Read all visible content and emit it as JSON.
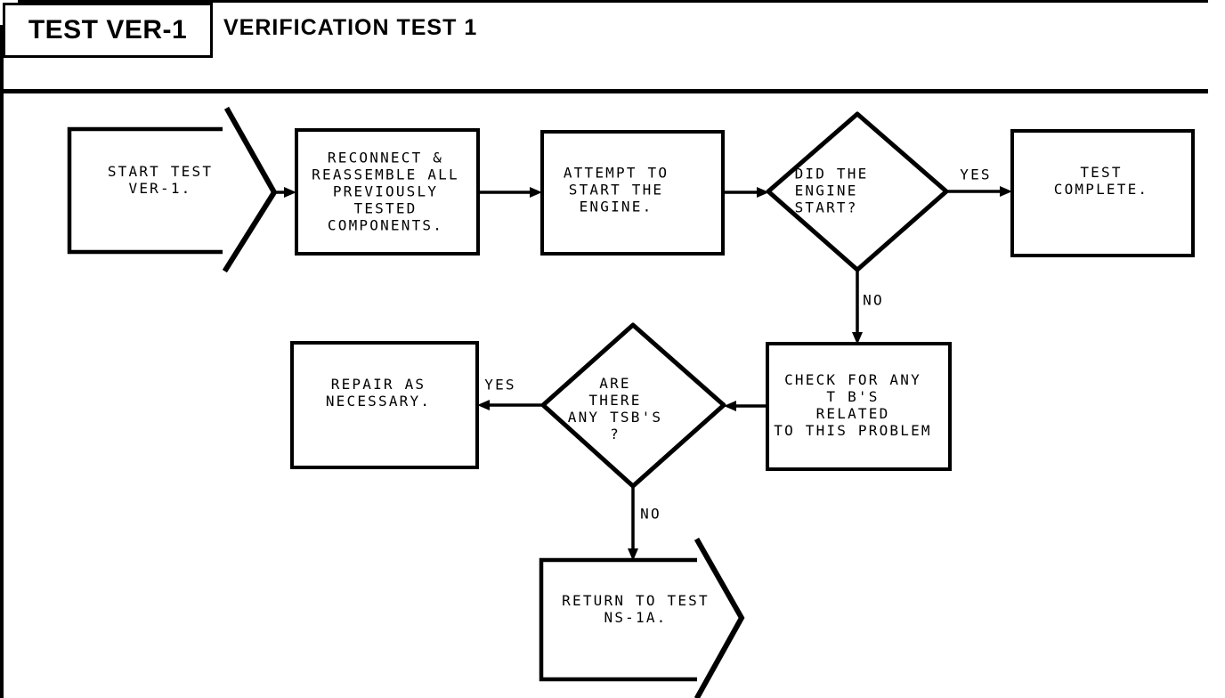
{
  "header": {
    "badge": "TEST VER-1",
    "title": "VERIFICATION TEST 1"
  },
  "nodes": {
    "start": {
      "text": "START TEST\nVER-1."
    },
    "reconnect": {
      "text": "RECONNECT &\nREASSEMBLE ALL\nPREVIOUSLY\nTESTED\nCOMPONENTS."
    },
    "attempt": {
      "text": "ATTEMPT TO\nSTART THE\nENGINE."
    },
    "engine_start": {
      "text": "DID THE\nENGINE\nSTART?"
    },
    "test_complete": {
      "text": "TEST\nCOMPLETE."
    },
    "check_tsb": {
      "text": "CHECK FOR ANY\nT B'S\nRELATED\nTO THIS PROBLEM"
    },
    "any_tsb": {
      "text": "ARE\nTHERE\nANY TSB'S\n?"
    },
    "repair": {
      "text": "REPAIR AS\nNECESSARY."
    },
    "return_test": {
      "text": "RETURN TO TEST\nNS-1A."
    }
  },
  "labels": {
    "yes_engine": "YES",
    "no_engine": "NO",
    "yes_tsb": "YES",
    "no_tsb": "NO"
  },
  "colors": {
    "ink": "#000000",
    "paper": "#ffffff"
  }
}
